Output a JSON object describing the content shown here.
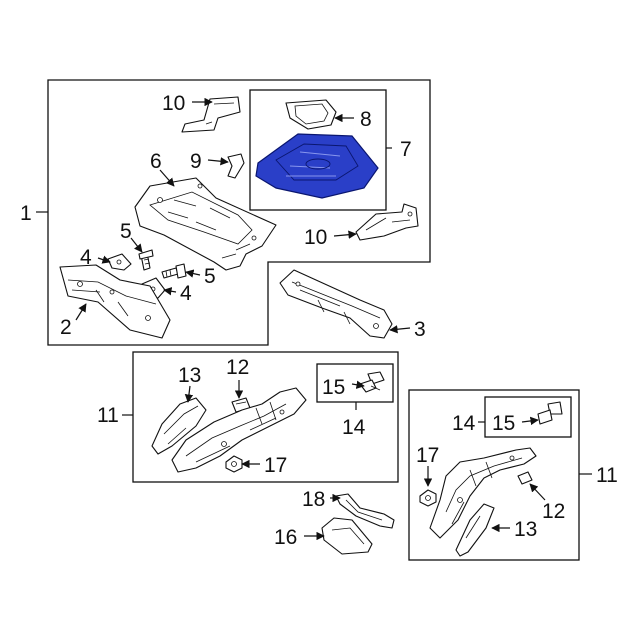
{
  "diagram": {
    "accent_color": "#2a3fc8",
    "callouts": {
      "c1": "1",
      "c2": "2",
      "c3": "3",
      "c4a": "4",
      "c4b": "4",
      "c5a": "5",
      "c5b": "5",
      "c6": "6",
      "c7": "7",
      "c8": "8",
      "c9": "9",
      "c10a": "10",
      "c10b": "10",
      "c11a": "11",
      "c11b": "11",
      "c12a": "12",
      "c12b": "12",
      "c13a": "13",
      "c13b": "13",
      "c14a": "14",
      "c14b": "14",
      "c15a": "15",
      "c15b": "15",
      "c16": "16",
      "c17a": "17",
      "c17b": "17",
      "c18": "18"
    }
  }
}
